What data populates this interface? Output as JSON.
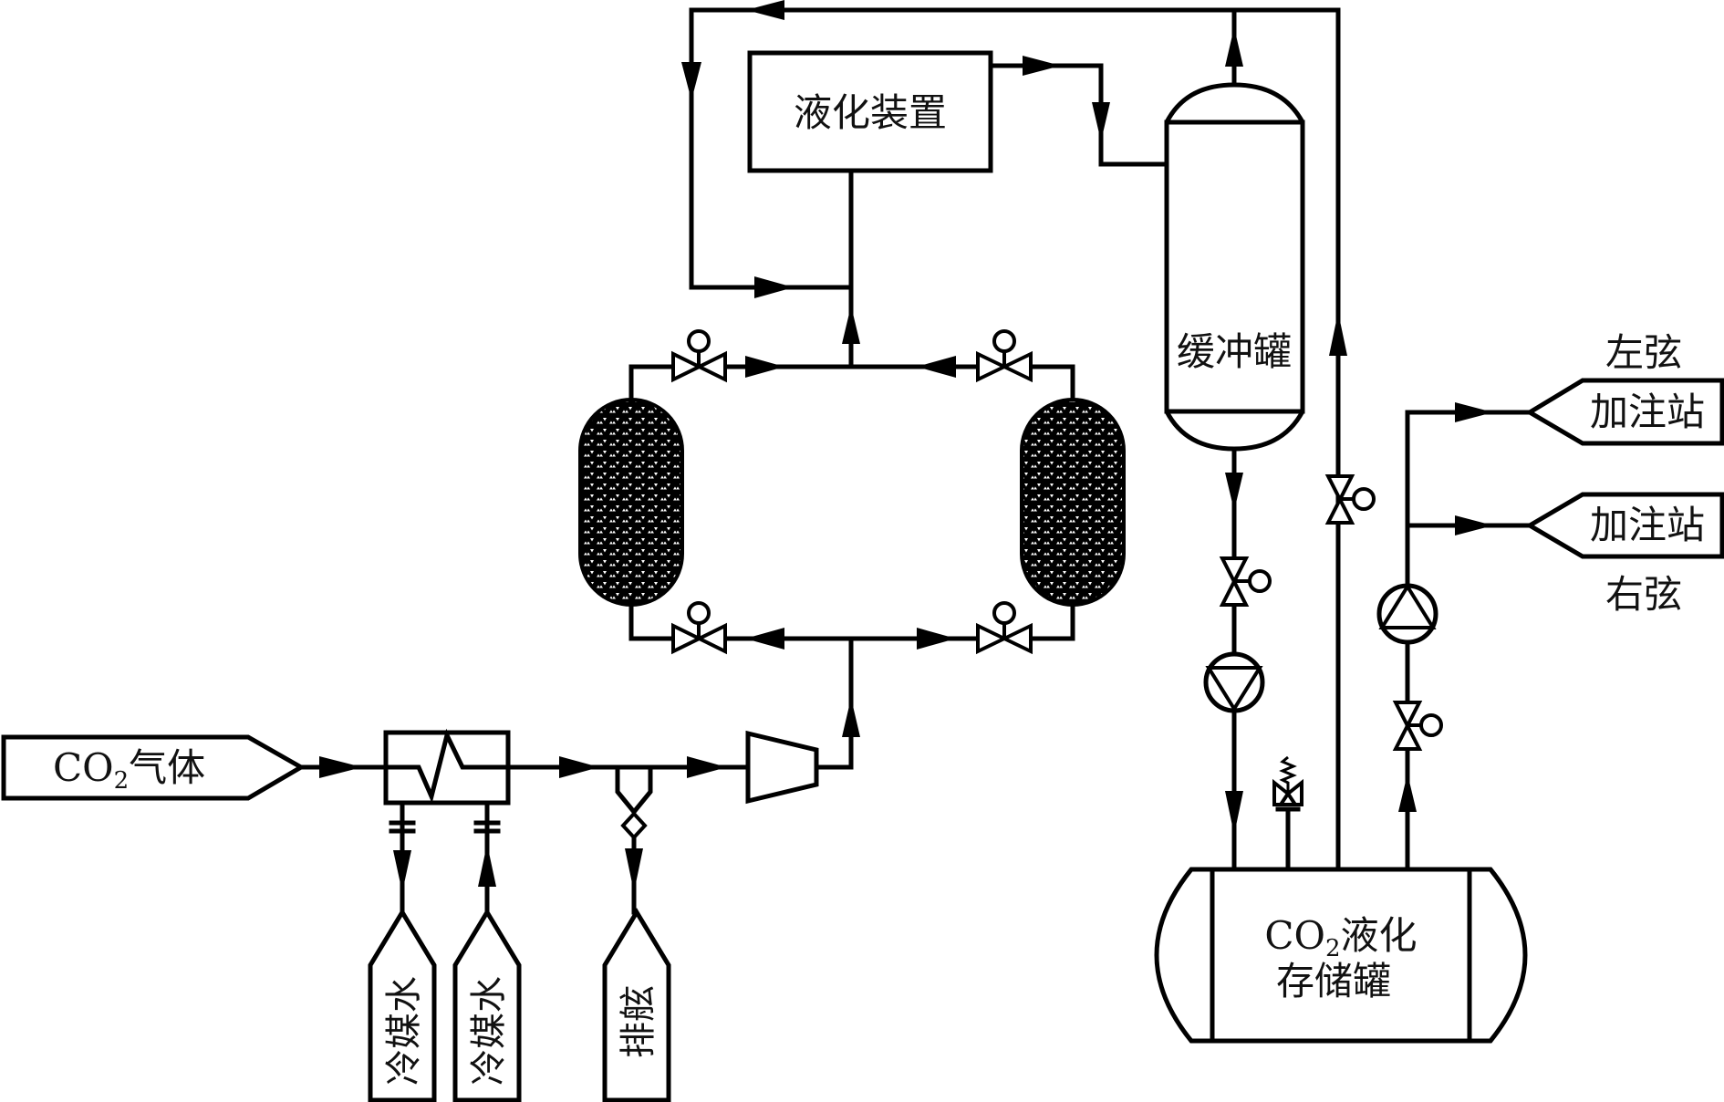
{
  "diagram": {
    "type": "process-flow",
    "subject": "CO2 recovery, liquefaction and bunkering system",
    "colors": {
      "line": "#000000",
      "background": "#ffffff"
    }
  },
  "labels": {
    "co2_gas": {
      "prefix": "CO",
      "subscript": "2",
      "suffix": "气体"
    },
    "liquefaction_unit": "液化装置",
    "buffer_tank": "缓冲罐",
    "storage_tank": {
      "line1_prefix": "CO",
      "line1_subscript": "2",
      "line1_suffix": "液化",
      "line2": "存储罐"
    },
    "station_port": "加注站",
    "station_starboard": "加注站",
    "port_side": "左弦",
    "starboard_side": "右弦",
    "coolant_out": "冷媒水",
    "coolant_in": "冷媒水",
    "drain_side": "排舷"
  },
  "components": [
    {
      "id": "co2-inlet",
      "kind": "terminal",
      "label_ref": "co2_gas"
    },
    {
      "id": "heat-exchanger",
      "kind": "heat-exchanger"
    },
    {
      "id": "drain-trap",
      "kind": "steam-trap"
    },
    {
      "id": "compressor",
      "kind": "compressor"
    },
    {
      "id": "adsorber-left",
      "kind": "packed-tower"
    },
    {
      "id": "adsorber-right",
      "kind": "packed-tower"
    },
    {
      "id": "liquefaction-unit",
      "kind": "box",
      "label_ref": "liquefaction_unit"
    },
    {
      "id": "buffer-tank",
      "kind": "vertical-vessel",
      "label_ref": "buffer_tank"
    },
    {
      "id": "transfer-pump",
      "kind": "pump"
    },
    {
      "id": "safety-valve",
      "kind": "relief-valve"
    },
    {
      "id": "storage-tank",
      "kind": "horizontal-vessel",
      "label_ref": "storage_tank"
    },
    {
      "id": "bunkering-pump",
      "kind": "pump"
    },
    {
      "id": "station-port",
      "kind": "terminal",
      "label_ref": "station_port"
    },
    {
      "id": "station-starboard",
      "kind": "terminal",
      "label_ref": "station_starboard"
    }
  ],
  "valves": [
    "adsorber-top-left",
    "adsorber-top-right",
    "adsorber-bottom-left",
    "adsorber-bottom-right",
    "buffer-outlet",
    "vapor-return",
    "bunkering-suction"
  ]
}
